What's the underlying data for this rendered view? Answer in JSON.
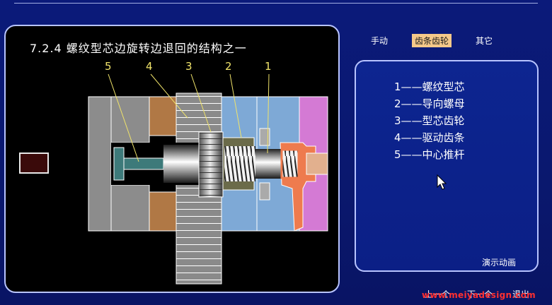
{
  "panel": {
    "title": "7.2.4  螺纹型芯边旋转边退回的结构之一",
    "part_numbers": [
      "5",
      "4",
      "3",
      "2",
      "1"
    ]
  },
  "top_nav": [
    {
      "label": "手动",
      "active": false
    },
    {
      "label": "齿条齿轮",
      "active": true
    },
    {
      "label": "其它",
      "active": false
    }
  ],
  "legend": [
    "1——螺纹型芯",
    "2——导向螺母",
    "3——型芯齿轮",
    "4——驱动齿条",
    "5——中心推杆"
  ],
  "demo_label": "演示动画",
  "bottom_nav": {
    "prev": "上一个",
    "next": "下一个",
    "exit": "退出"
  },
  "watermark": "www.meiyadesign.com",
  "colors": {
    "background": "#0b1a7a",
    "active_tab": "#f5c98a",
    "label_yellow": "#f0e36a",
    "watermark": "#ff3030"
  }
}
